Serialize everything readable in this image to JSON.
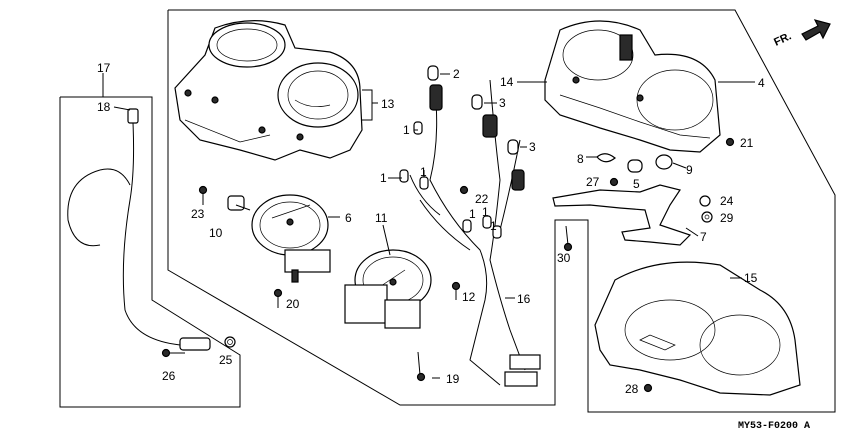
{
  "diagram": {
    "direction_label": "FR.",
    "diagram_code": "MY53-F0200 A",
    "callouts": [
      {
        "id": "c1",
        "text": "1"
      },
      {
        "id": "c2",
        "text": "2"
      },
      {
        "id": "c3",
        "text": "3"
      },
      {
        "id": "c4",
        "text": "4"
      },
      {
        "id": "c5",
        "text": "5"
      },
      {
        "id": "c6",
        "text": "6"
      },
      {
        "id": "c7",
        "text": "7"
      },
      {
        "id": "c8",
        "text": "8"
      },
      {
        "id": "c9",
        "text": "9"
      },
      {
        "id": "c10",
        "text": "10"
      },
      {
        "id": "c11",
        "text": "11"
      },
      {
        "id": "c12",
        "text": "12"
      },
      {
        "id": "c13",
        "text": "13"
      },
      {
        "id": "c14",
        "text": "14"
      },
      {
        "id": "c15",
        "text": "15"
      },
      {
        "id": "c16",
        "text": "16"
      },
      {
        "id": "c17",
        "text": "17"
      },
      {
        "id": "c18",
        "text": "18"
      },
      {
        "id": "c19",
        "text": "19"
      },
      {
        "id": "c20",
        "text": "20"
      },
      {
        "id": "c21",
        "text": "21"
      },
      {
        "id": "c22",
        "text": "22"
      },
      {
        "id": "c23",
        "text": "23"
      },
      {
        "id": "c24",
        "text": "24"
      },
      {
        "id": "c25",
        "text": "25"
      },
      {
        "id": "c26",
        "text": "26"
      },
      {
        "id": "c27",
        "text": "27"
      },
      {
        "id": "c28",
        "text": "28"
      },
      {
        "id": "c29",
        "text": "29"
      },
      {
        "id": "c30",
        "text": "30"
      }
    ]
  }
}
